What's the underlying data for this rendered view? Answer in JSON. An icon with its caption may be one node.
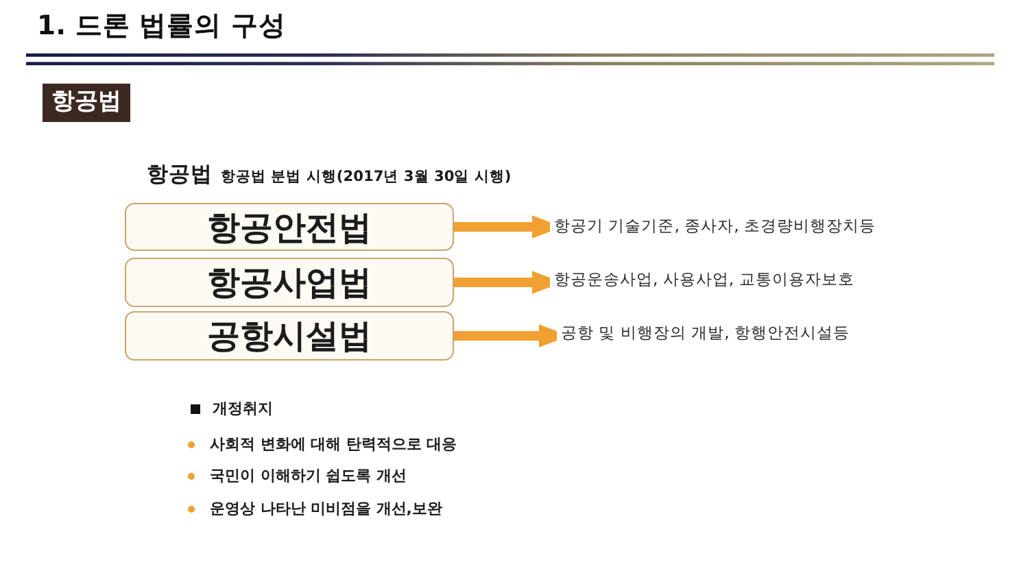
{
  "diagram": {
    "title": "1. 드론 법률의 구성",
    "nodes": [
      {
        "text": [
          "항공법"
        ]
      },
      {
        "text": [
          "항공안전법"
        ]
      },
      {
        "text": [
          "항공사업법"
        ]
      },
      {
        "text": [
          "공항시설법"
        ]
      },
      {
        "text": [
          "항공기 기술기준, 종사자, 초경량비행장치등"
        ]
      },
      {
        "text": [
          "항공운송사업, 사용사업, 교통이용자보호"
        ]
      },
      {
        "text": [
          "공항 및 비행장의 개발, 항행안전시설등"
        ]
      }
    ],
    "edges": [
      {
        "from": 1,
        "to": 4,
        "arrow": "to"
      },
      {
        "from": 2,
        "to": 5,
        "arrow": "to"
      },
      {
        "from": 3,
        "to": 6,
        "arrow": "to"
      }
    ],
    "labels": [
      "항공법",
      "항공법 분법 시행(2017년 3월 30일 시행)",
      "개정취지",
      "사회적 변화에 대해 탄력적으로 대응",
      "국민이 이해하기 쉽도록 개선",
      "운영상 나타난 미비점을 개선,보완"
    ]
  }
}
